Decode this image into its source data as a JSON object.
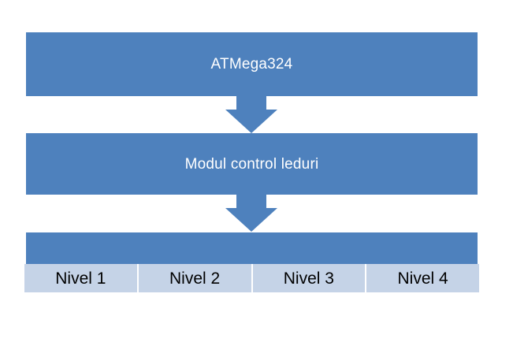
{
  "diagram": {
    "title": "",
    "background_color": "#FFFFFF",
    "accent_color": "#4E81BD",
    "level_row_color": "#C5D3E7",
    "box_text_color": "#FFFFFF",
    "level_text_color": "#000000",
    "nodes": [
      {
        "id": "mcu",
        "label": "ATMega324"
      },
      {
        "id": "module",
        "label": "Modul control leduri"
      },
      {
        "id": "output",
        "label": ""
      }
    ],
    "connectors": [
      {
        "id": "arrow-1",
        "from": "mcu",
        "to": "module",
        "shape": "down-arrow"
      },
      {
        "id": "arrow-2",
        "from": "module",
        "to": "output",
        "shape": "down-arrow"
      }
    ],
    "levels": [
      {
        "label": "Nivel 1"
      },
      {
        "label": "Nivel 2"
      },
      {
        "label": "Nivel 3"
      },
      {
        "label": "Nivel 4"
      }
    ]
  }
}
